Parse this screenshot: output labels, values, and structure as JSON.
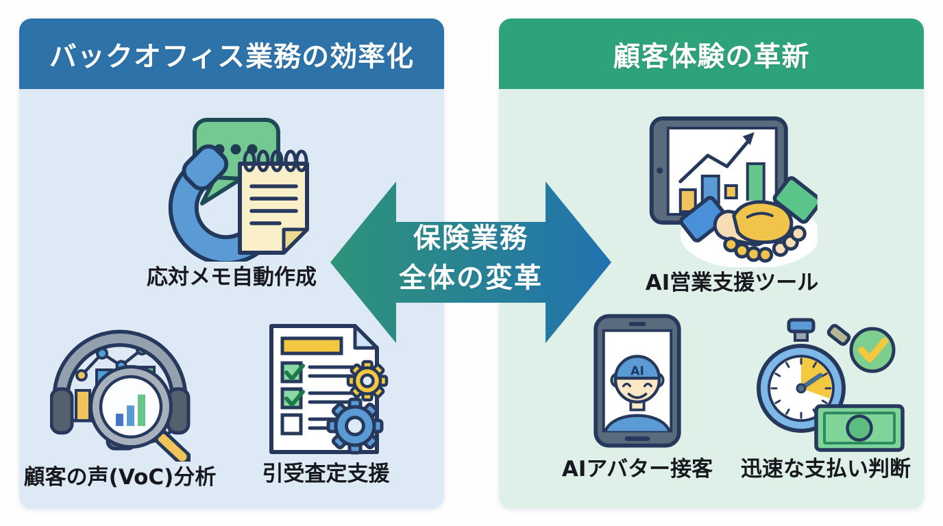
{
  "left_panel": {
    "title": "バックオフィス業務の効率化",
    "header_color": "#2d73aa",
    "bg_color": "#dde9f5",
    "items": [
      {
        "icon": "phone-memo-icon",
        "label": "応対メモ自動作成"
      },
      {
        "icon": "headset-analysis-icon",
        "label": "顧客の声(VoC)分析"
      },
      {
        "icon": "checklist-gears-icon",
        "label": "引受査定支援"
      }
    ]
  },
  "right_panel": {
    "title": "顧客体験の革新",
    "header_color": "#2ea37a",
    "bg_color": "#def0e7",
    "items": [
      {
        "icon": "tablet-handshake-icon",
        "label": "AI営業支援ツール"
      },
      {
        "icon": "ai-avatar-phone-icon",
        "label": "AIアバター接客"
      },
      {
        "icon": "stopwatch-money-icon",
        "label": "迅速な支払い判断"
      }
    ]
  },
  "center_arrow": {
    "line1": "保険業務",
    "line2": "全体の変革",
    "gradient_start": "#2e9378",
    "gradient_end": "#2272b0"
  },
  "avatar": {
    "cap_text": "AI"
  }
}
